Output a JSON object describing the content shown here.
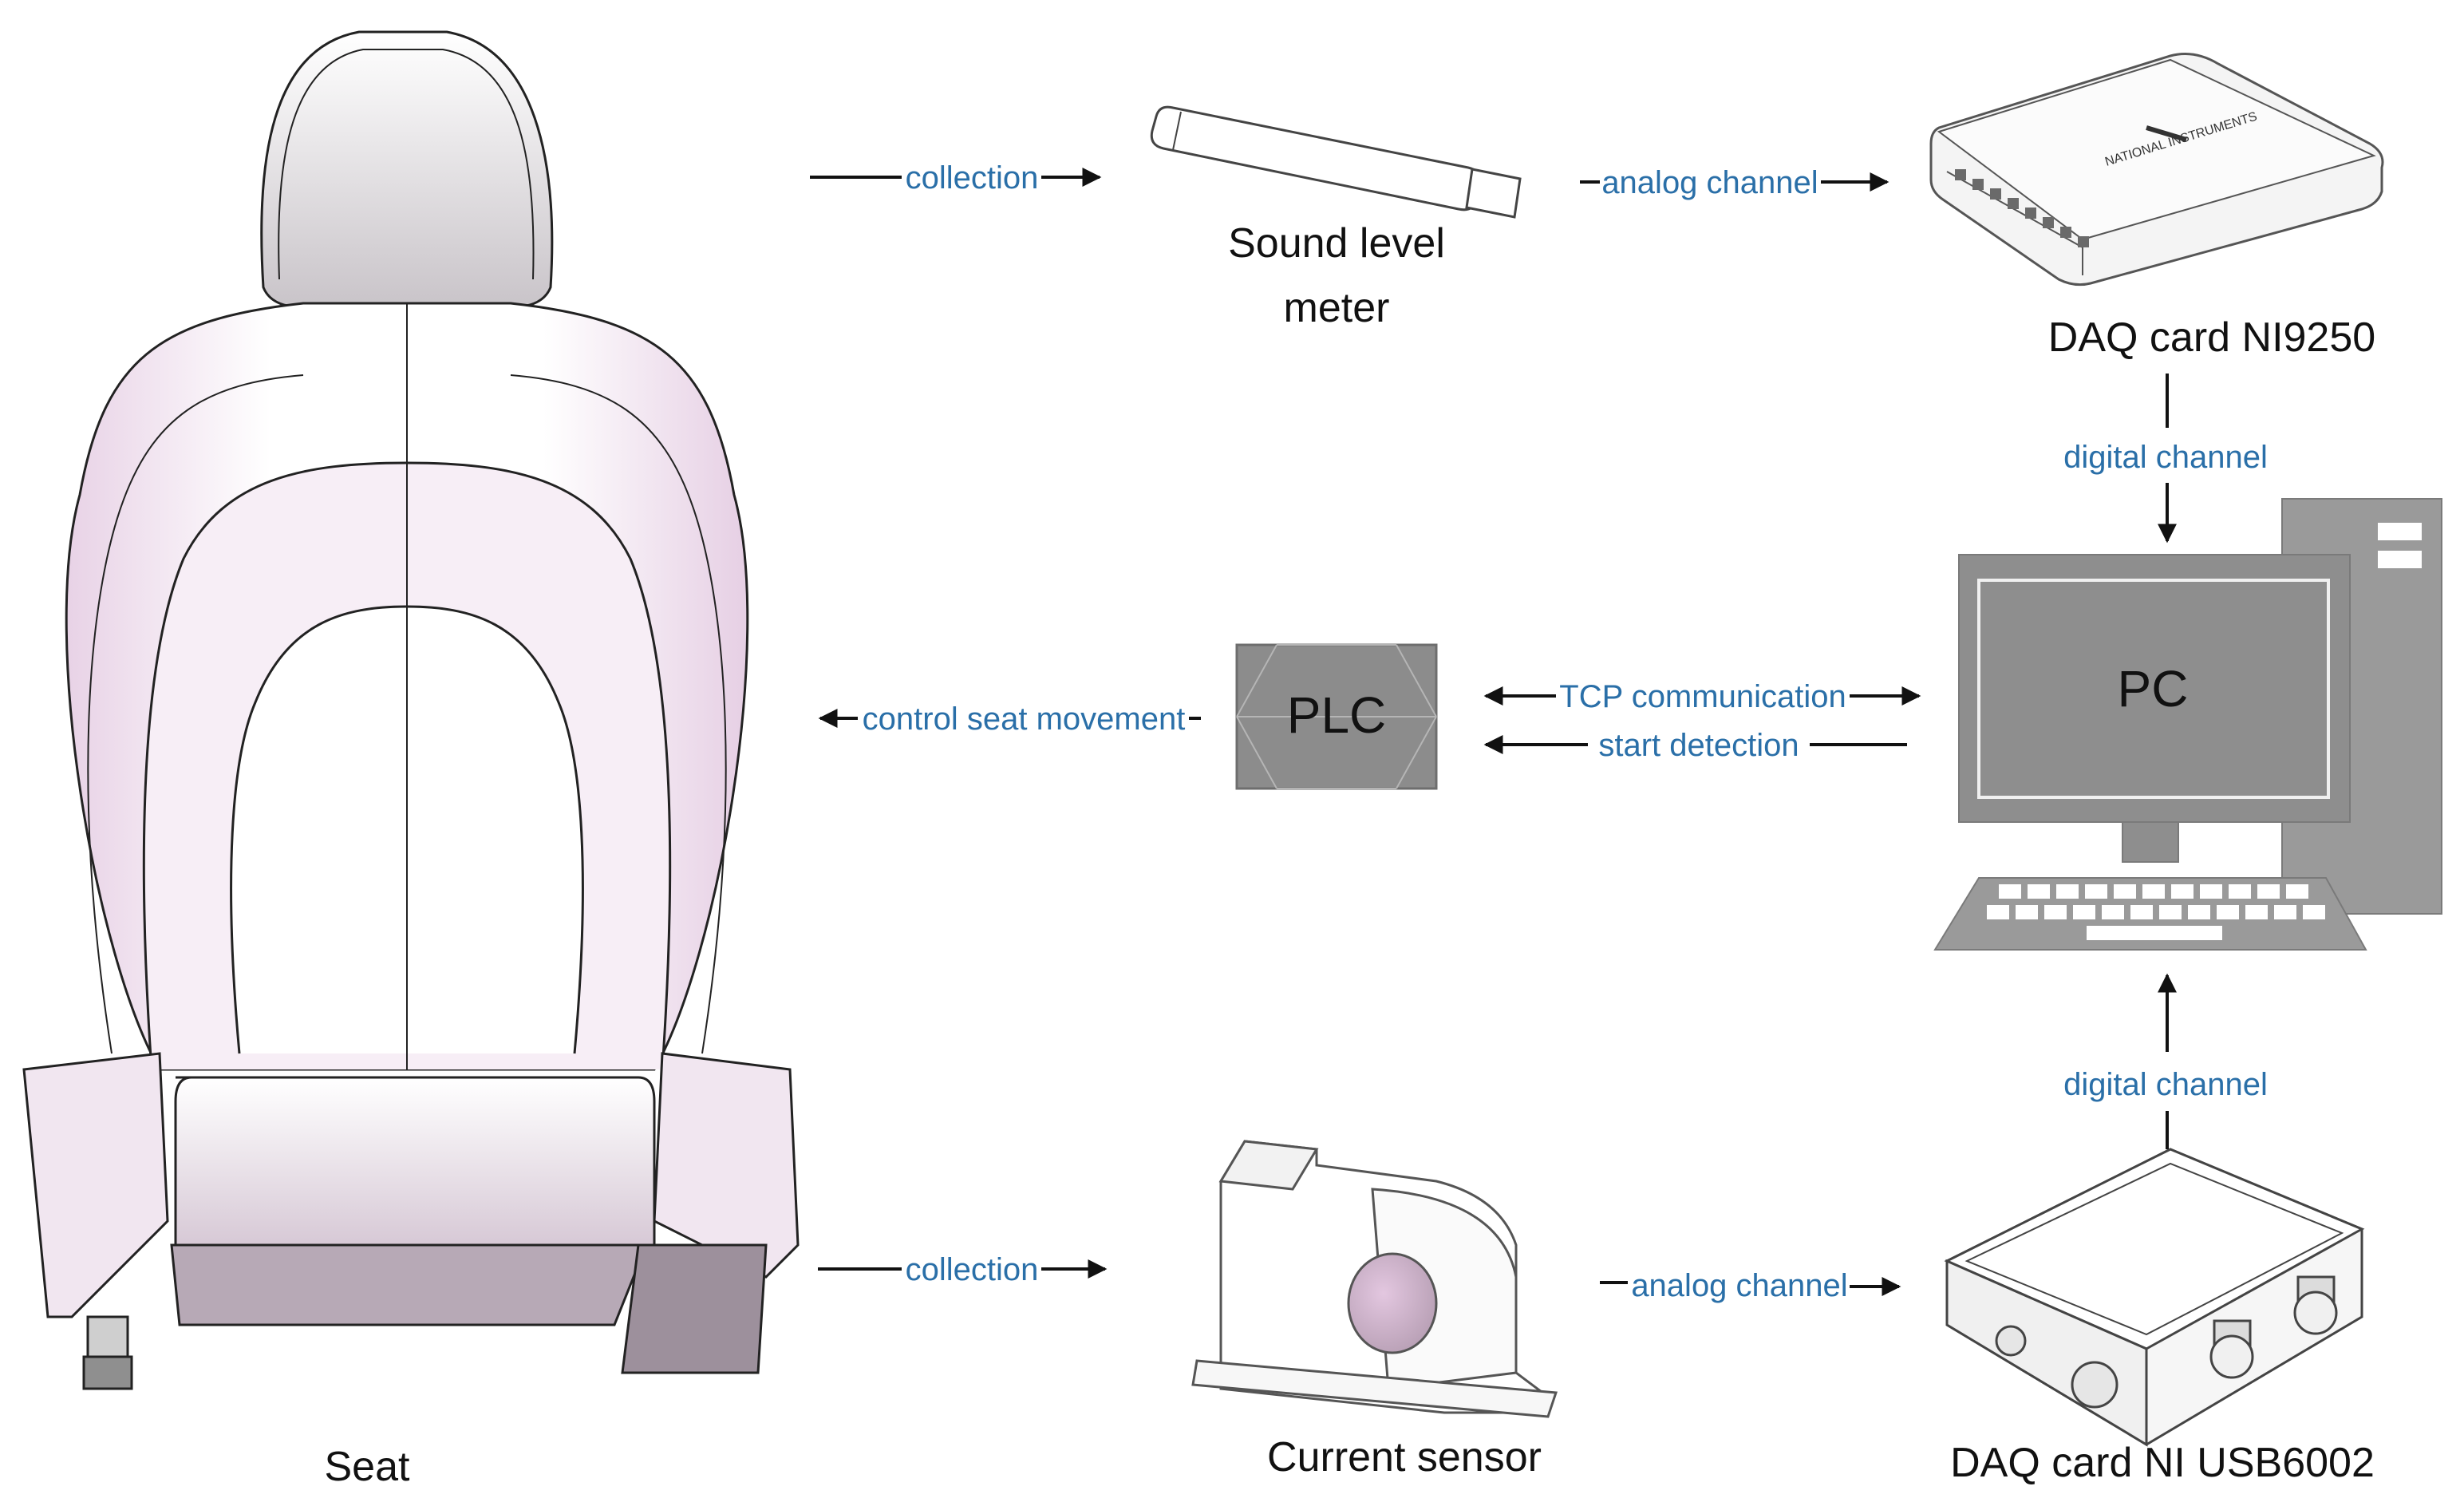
{
  "components": {
    "seat": "Seat",
    "sound_meter_line1": "Sound level",
    "sound_meter_line2": "meter",
    "daq_top": "DAQ card NI9250",
    "plc": "PLC",
    "pc": "PC",
    "current_sensor": "Current sensor",
    "daq_bottom": "DAQ card NI USB6002"
  },
  "connections": {
    "seat_to_meter": "collection",
    "meter_to_daq": "analog channel",
    "daq_to_pc": "digital channel",
    "plc_to_seat": "control seat movement",
    "pc_plc_tcp": "TCP communication",
    "pc_to_plc_start": "start detection",
    "seat_to_sensor": "collection",
    "sensor_to_daq": "analog channel",
    "daq_bottom_to_pc": "digital channel"
  },
  "device_logo_text": "NATIONAL INSTRUMENTS",
  "colors": {
    "connection_label": "#2a6fa8",
    "arrow": "#111111",
    "device_gray": "#8e8e8e",
    "plc_fill": "#8c8c8c",
    "seat_tint": "#d8b8d4"
  }
}
